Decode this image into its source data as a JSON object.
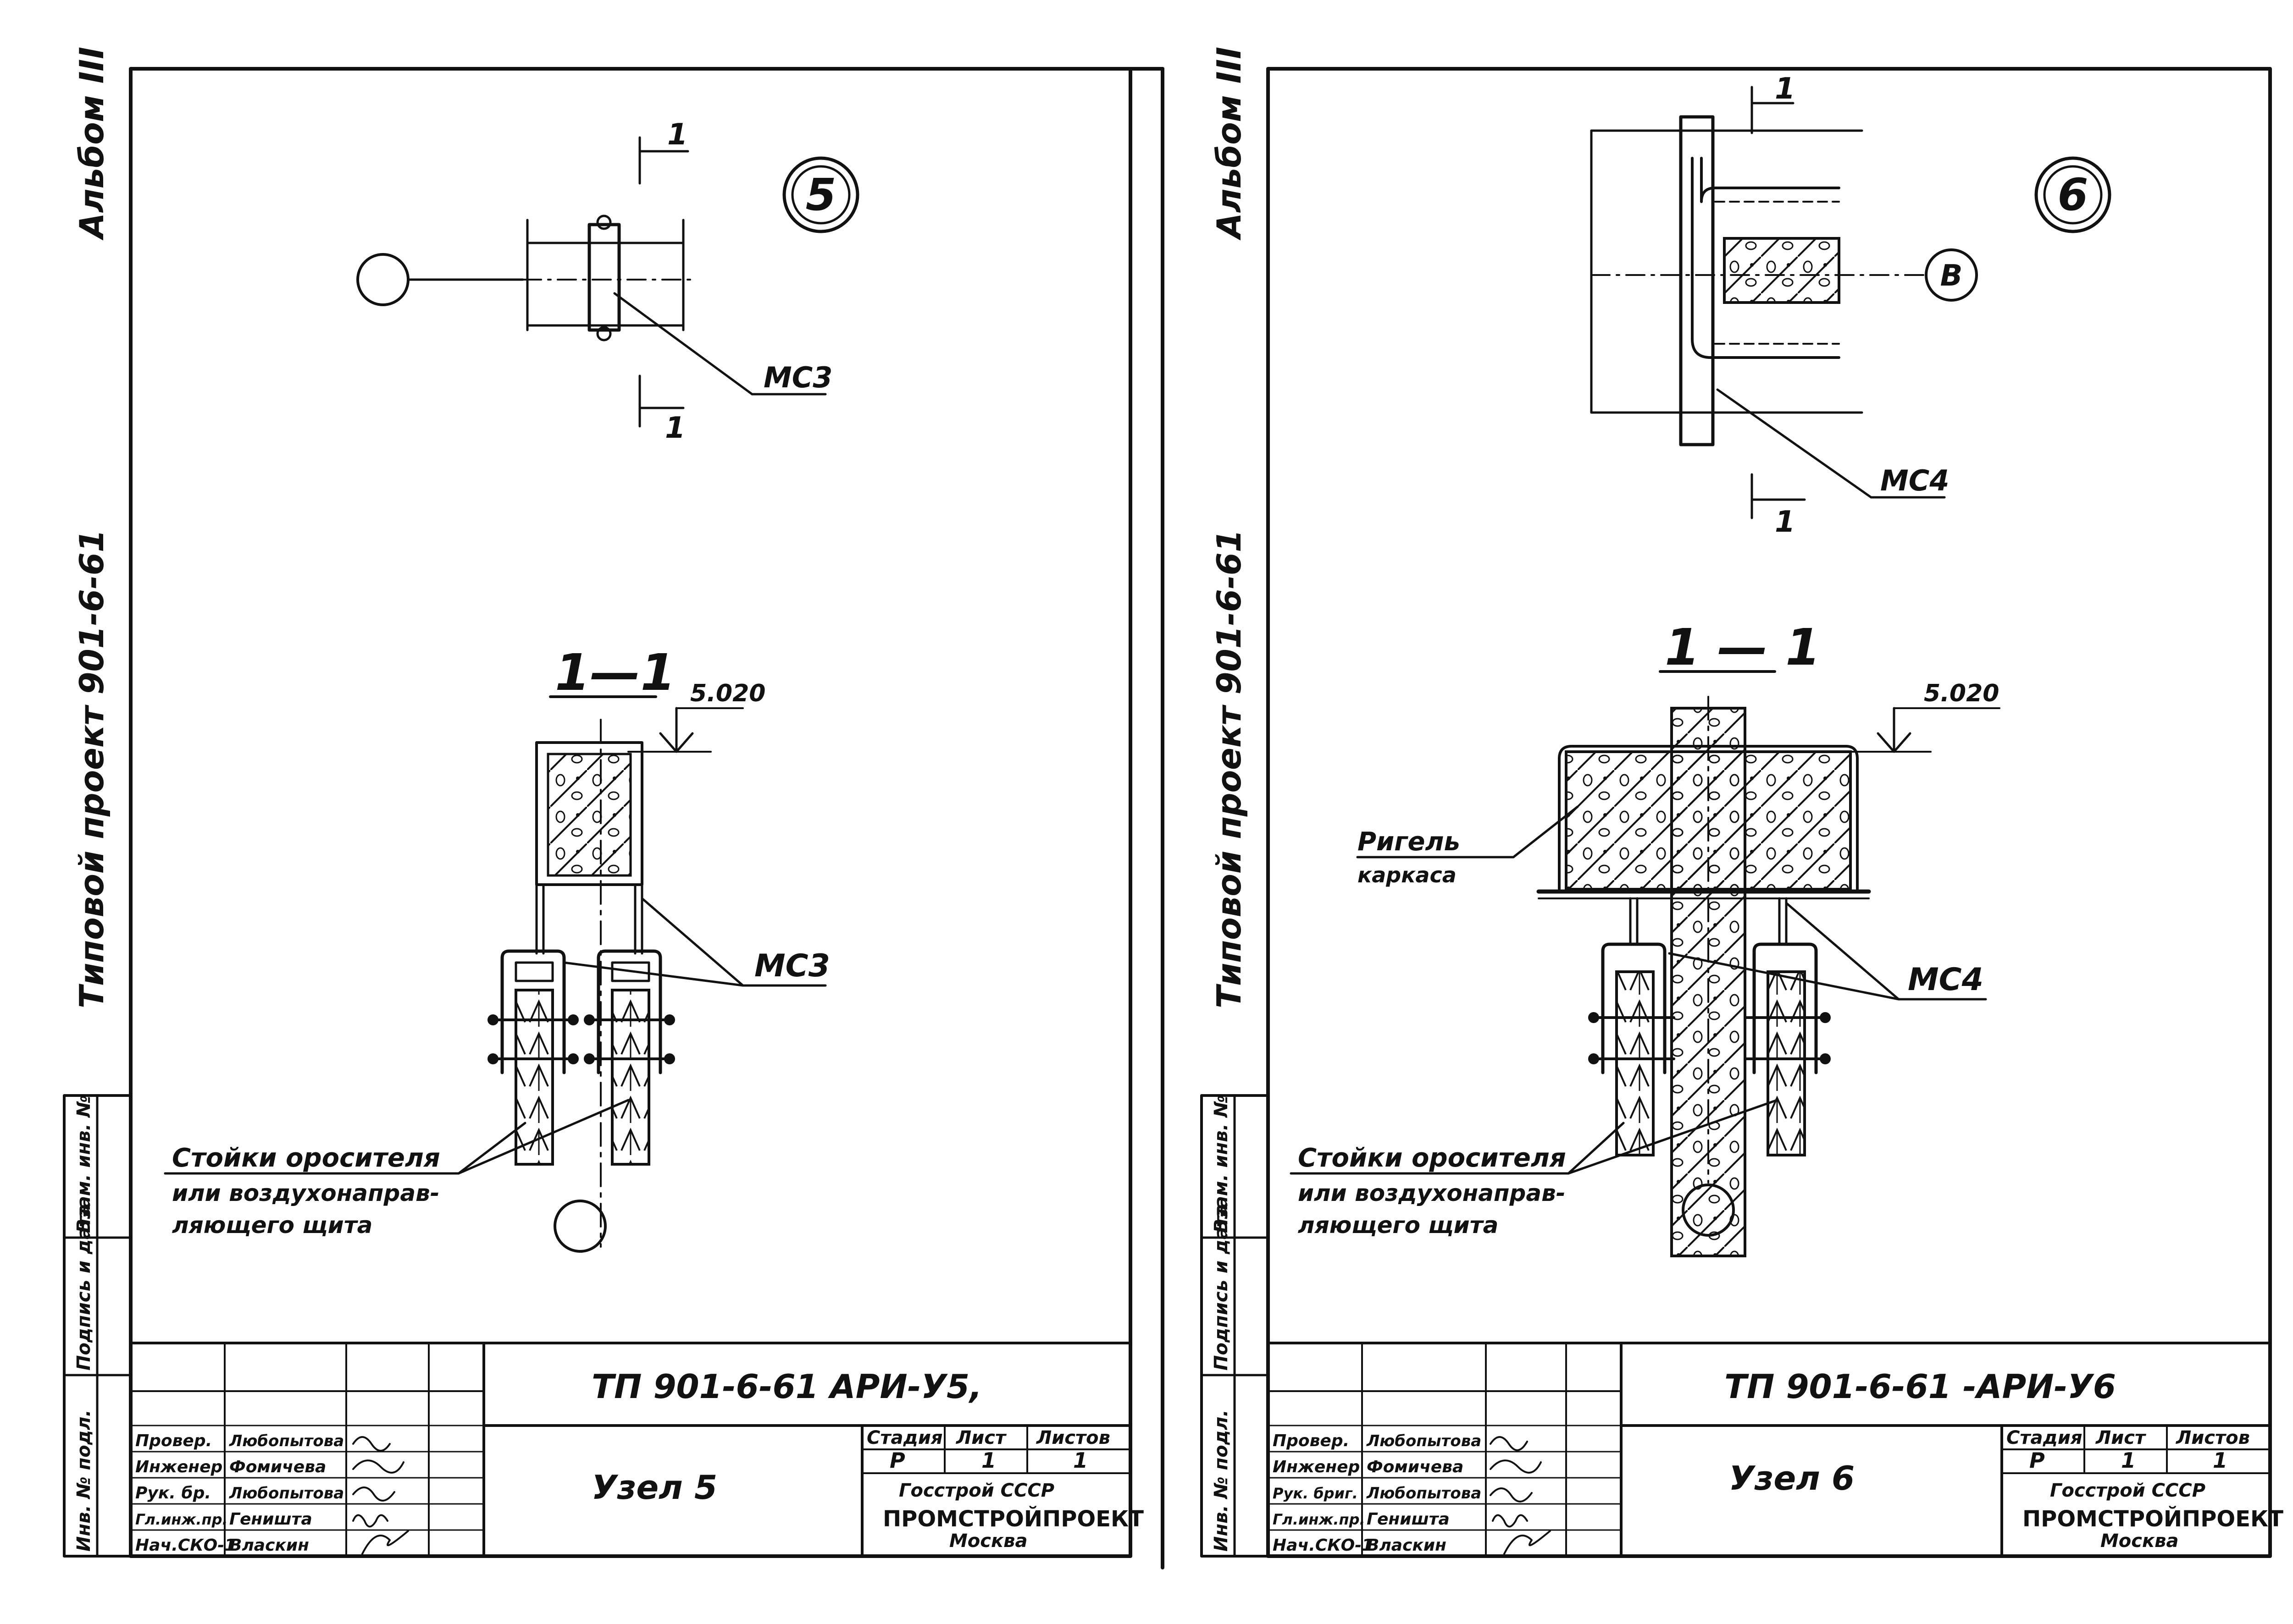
{
  "left_sheet": {
    "side": {
      "album": "Альбом III",
      "project": "Типовой   проект   901-6-61"
    },
    "stamp_side": {
      "inv_orig": "Инв. № подл.",
      "sign_date": "Подпись и дата",
      "vzam": "Взам. инв. №"
    },
    "node_number": "5",
    "section_mark": "1",
    "section_title": "1—1",
    "elevation": "5.020",
    "label_plan": "МС3",
    "label_section": "МС3",
    "caption_line1": "Стойки  оросителя",
    "caption_line2": "или  воздухонаправ-",
    "caption_line3": "ляющего    щита",
    "title_block": {
      "code": "ТП  901-6-61      АРИ-У5,",
      "name": "Узел   5",
      "roles": [
        "Провер.",
        "Инженер",
        "Рук. бр.",
        "Гл.инж.пр.",
        "Нач.СКО-1"
      ],
      "names": [
        "Любопытова",
        "Фомичева",
        "Любопытова",
        "Геништа",
        "Власкин"
      ],
      "stage_label": "Стадия",
      "sheet_label": "Лист",
      "sheets_label": "Листов",
      "stage": "Р",
      "sheet": "1",
      "sheets": "1",
      "org1": "Госстрой  СССР",
      "org2": "ПРОМСТРОЙПРОЕКТ",
      "org3": "Москва"
    }
  },
  "right_sheet": {
    "side": {
      "album": "Альбом III",
      "project": "Типовой   проект   901-6-61"
    },
    "stamp_side": {
      "inv_orig": "Инв. № подл.",
      "sign_date": "Подпись и дата",
      "vzam": "Взам. инв. №"
    },
    "node_number": "6",
    "axis_label": "В",
    "section_mark": "1",
    "section_title": "1 — 1",
    "elevation": "5.020",
    "label_plan": "МС4",
    "label_section": "МС4",
    "beam_line1": "Ригель",
    "beam_line2": "каркаса",
    "caption_line1": "Стойки  оросителя",
    "caption_line2": "или  воздухонаправ-",
    "caption_line3": "ляющего    щита",
    "title_block": {
      "code": "ТП  901-6-61      -АРИ-У6",
      "name": "Узел   6",
      "roles": [
        "Провер.",
        "Инженер",
        "Рук. бриг.",
        "Гл.инж.пр.",
        "Нач.СКО-1"
      ],
      "names": [
        "Любопытова",
        "Фомичева",
        "Любопытова",
        "Геништа",
        "Власкин"
      ],
      "stage_label": "Стадия",
      "sheet_label": "Лист",
      "sheets_label": "Листов",
      "stage": "Р",
      "sheet": "1",
      "sheets": "1",
      "org1": "Госстрой  СССР",
      "org2": "ПРОМСТРОЙПРОЕКТ",
      "org3": "Москва"
    }
  }
}
